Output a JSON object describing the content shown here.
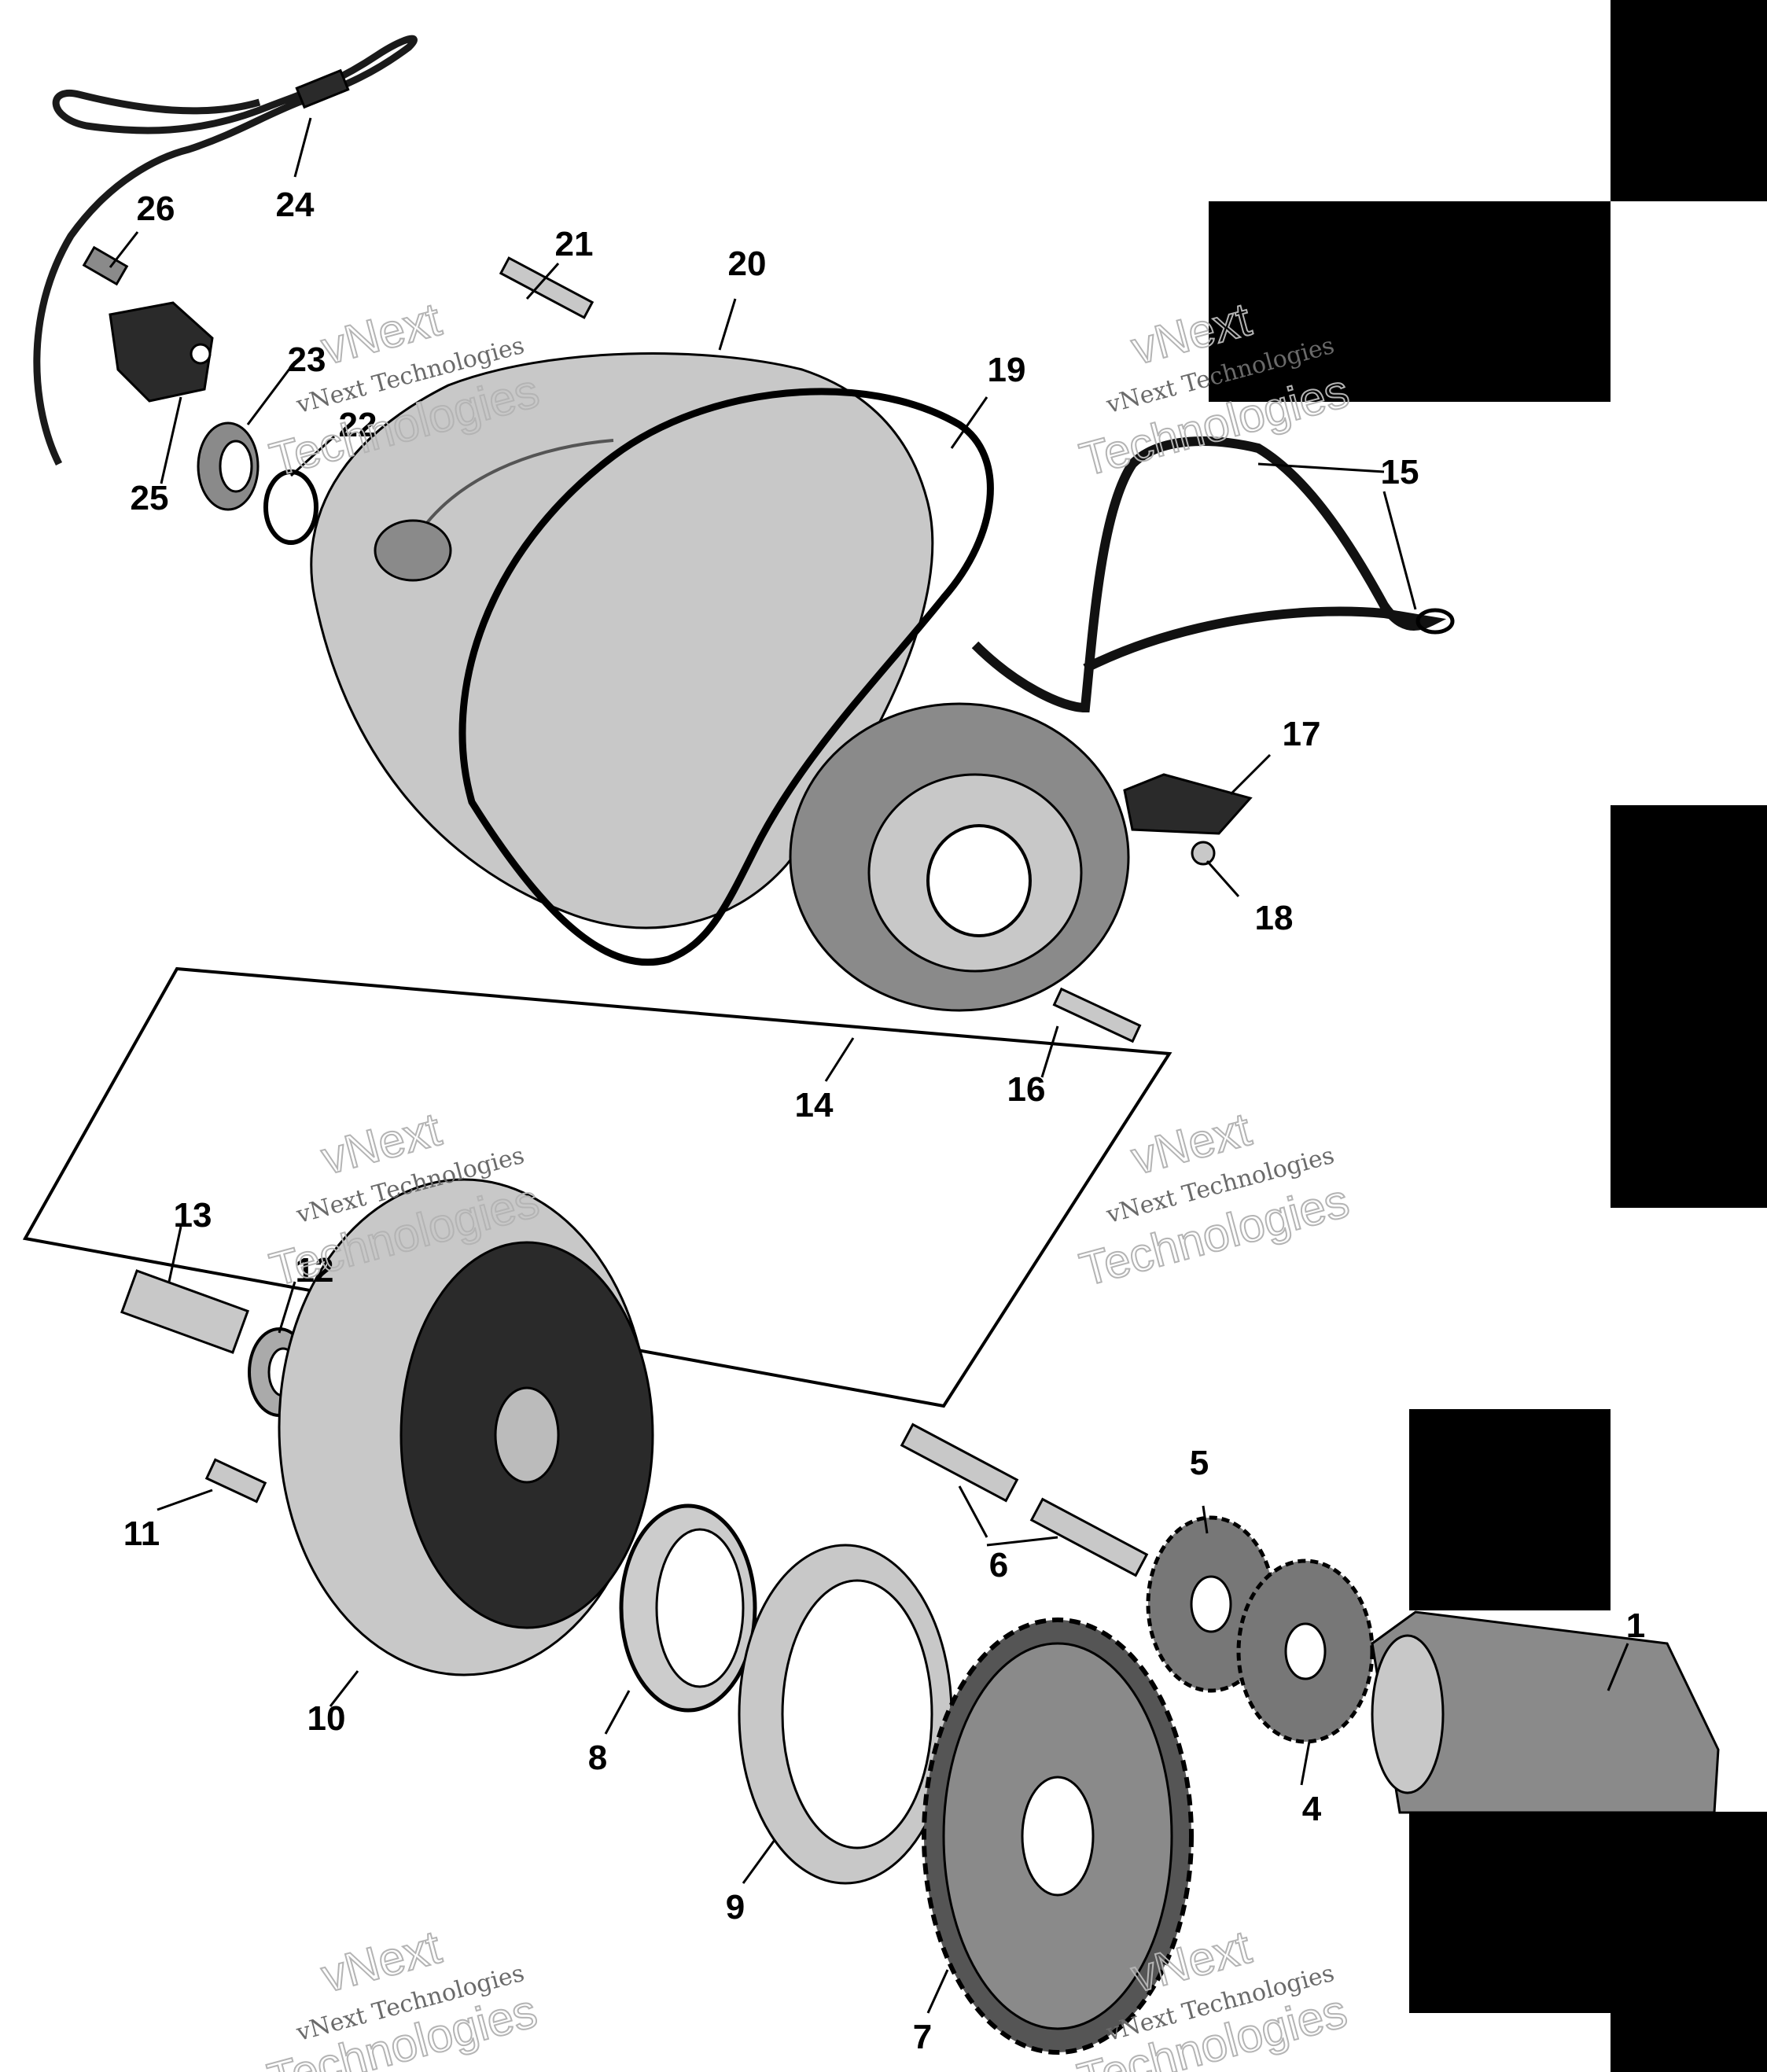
{
  "callouts": [
    {
      "id": "1",
      "text": "1"
    },
    {
      "id": "4",
      "text": "4"
    },
    {
      "id": "5",
      "text": "5"
    },
    {
      "id": "6",
      "text": "6"
    },
    {
      "id": "7",
      "text": "7"
    },
    {
      "id": "8",
      "text": "8"
    },
    {
      "id": "9",
      "text": "9"
    },
    {
      "id": "10",
      "text": "10"
    },
    {
      "id": "11",
      "text": "11"
    },
    {
      "id": "12",
      "text": "12"
    },
    {
      "id": "13",
      "text": "13"
    },
    {
      "id": "14",
      "text": "14"
    },
    {
      "id": "15",
      "text": "15"
    },
    {
      "id": "16",
      "text": "16"
    },
    {
      "id": "17",
      "text": "17"
    },
    {
      "id": "18",
      "text": "18"
    },
    {
      "id": "19",
      "text": "19"
    },
    {
      "id": "20",
      "text": "20"
    },
    {
      "id": "21",
      "text": "21"
    },
    {
      "id": "22",
      "text": "22"
    },
    {
      "id": "23",
      "text": "23"
    },
    {
      "id": "24",
      "text": "24"
    },
    {
      "id": "25",
      "text": "25"
    },
    {
      "id": "26",
      "text": "26"
    }
  ],
  "watermark": {
    "line1": "vNext Technologies",
    "line2": "vNext",
    "line3": "Technologies"
  }
}
